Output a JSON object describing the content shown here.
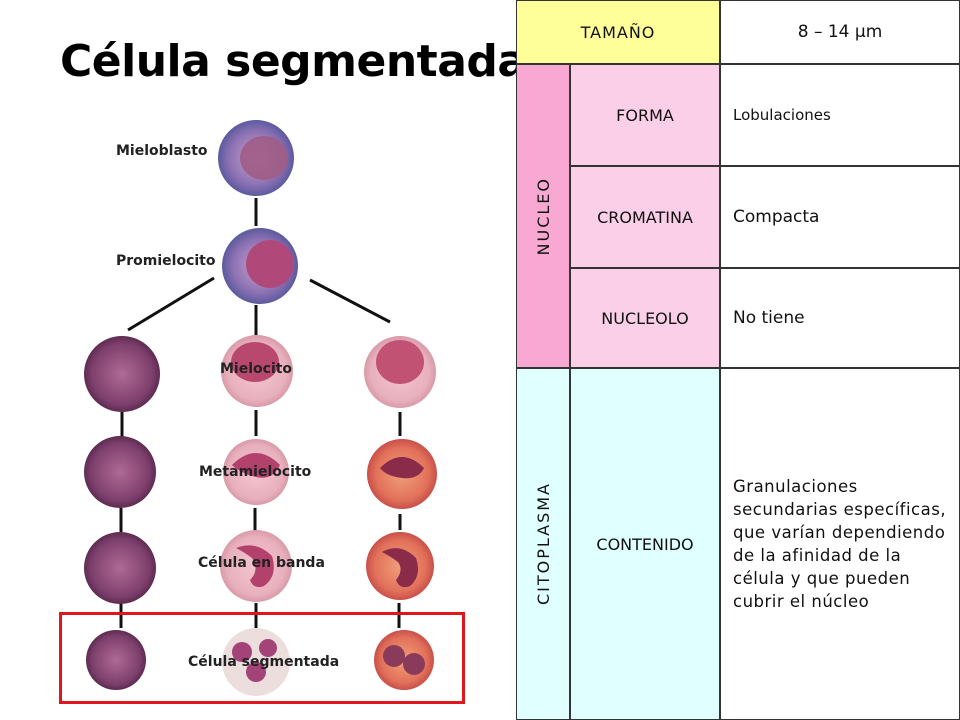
{
  "title": "Célula segmentada",
  "stages": {
    "mieloblasto": "Mieloblasto",
    "promielocito": "Promielocito",
    "mielocito": "Mielocito",
    "metamielocito": "Metamielocito",
    "banda": "Célula en banda",
    "segmentada": "Célula segmentada"
  },
  "table": {
    "tamano_label": "TAMAÑO",
    "tamano_value": "8 – 14 µm",
    "nucleo_label": "NUCLEO",
    "forma_label": "FORMA",
    "forma_value": "Lobulaciones",
    "cromatina_label": "CROMATINA",
    "cromatina_value": "Compacta",
    "nucleolo_label": "NUCLEOLO",
    "nucleolo_value": "No tiene",
    "citoplasma_label": "CITOPLASMA",
    "contenido_label": "CONTENIDO",
    "contenido_value": "Granulaciones secundarias específicas, que varían dependiendo de la afinidad de la célula y que pueden cubrir el núcleo"
  },
  "colors": {
    "tamano_bg": "#ffff99",
    "nucleo_bg": "#f9a8d4",
    "nucleo_sub_bg": "#fbcfe8",
    "citoplasma_bg": "#e0ffff",
    "highlight_border": "#e0161e"
  }
}
